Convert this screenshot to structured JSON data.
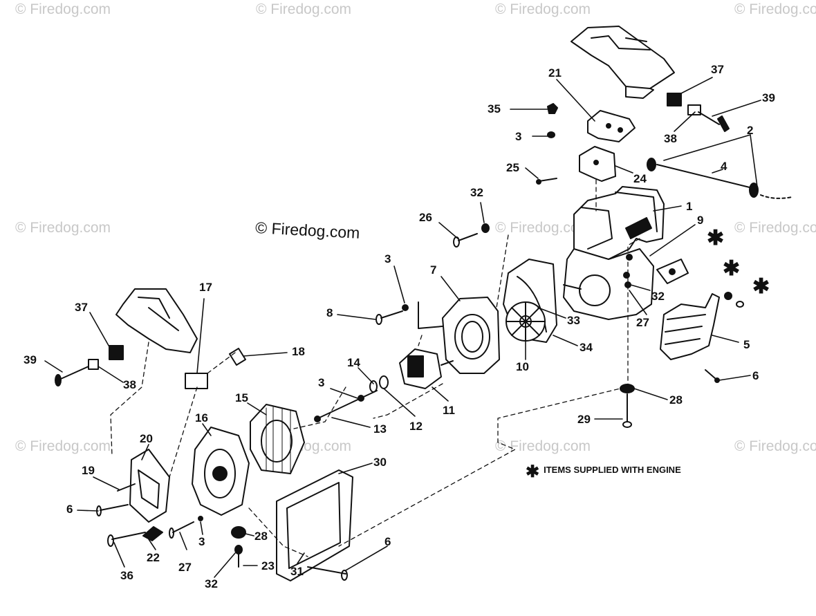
{
  "watermark": {
    "text": "© Firedog.com",
    "center_text": "© Firedog.com"
  },
  "legend": {
    "symbol": "✱",
    "text": "ITEMS SUPPLIED WITH ENGINE"
  },
  "callouts": [
    {
      "id": "c37a",
      "label": "37"
    },
    {
      "id": "c39a",
      "label": "39"
    },
    {
      "id": "c21",
      "label": "21"
    },
    {
      "id": "c35",
      "label": "35"
    },
    {
      "id": "c3a",
      "label": "3"
    },
    {
      "id": "c38a",
      "label": "38"
    },
    {
      "id": "c2",
      "label": "2"
    },
    {
      "id": "c4",
      "label": "4"
    },
    {
      "id": "c25",
      "label": "25"
    },
    {
      "id": "c24",
      "label": "24"
    },
    {
      "id": "c32a",
      "label": "32"
    },
    {
      "id": "c1",
      "label": "1"
    },
    {
      "id": "c26",
      "label": "26"
    },
    {
      "id": "c9",
      "label": "9"
    },
    {
      "id": "c3b",
      "label": "3"
    },
    {
      "id": "c7",
      "label": "7"
    },
    {
      "id": "c8",
      "label": "8"
    },
    {
      "id": "c32b",
      "label": "32"
    },
    {
      "id": "c33",
      "label": "33"
    },
    {
      "id": "c27a",
      "label": "27"
    },
    {
      "id": "c17",
      "label": "17"
    },
    {
      "id": "c37b",
      "label": "37"
    },
    {
      "id": "c34",
      "label": "34"
    },
    {
      "id": "c5",
      "label": "5"
    },
    {
      "id": "c10",
      "label": "10"
    },
    {
      "id": "c18",
      "label": "18"
    },
    {
      "id": "c39b",
      "label": "39"
    },
    {
      "id": "c38b",
      "label": "38"
    },
    {
      "id": "c14",
      "label": "14"
    },
    {
      "id": "c3c",
      "label": "3"
    },
    {
      "id": "c6a",
      "label": "6"
    },
    {
      "id": "c11",
      "label": "11"
    },
    {
      "id": "c12",
      "label": "12"
    },
    {
      "id": "c13",
      "label": "13"
    },
    {
      "id": "c15",
      "label": "15"
    },
    {
      "id": "c28a",
      "label": "28"
    },
    {
      "id": "c29",
      "label": "29"
    },
    {
      "id": "c16",
      "label": "16"
    },
    {
      "id": "c20",
      "label": "20"
    },
    {
      "id": "c30",
      "label": "30"
    },
    {
      "id": "c19",
      "label": "19"
    },
    {
      "id": "c6b",
      "label": "6"
    },
    {
      "id": "c28b",
      "label": "28"
    },
    {
      "id": "c3d",
      "label": "3"
    },
    {
      "id": "c6c",
      "label": "6"
    },
    {
      "id": "c22",
      "label": "22"
    },
    {
      "id": "c27b",
      "label": "27"
    },
    {
      "id": "c23",
      "label": "23"
    },
    {
      "id": "c36",
      "label": "36"
    },
    {
      "id": "c31",
      "label": "31"
    },
    {
      "id": "c32c",
      "label": "32"
    }
  ],
  "colors": {
    "ink": "#111111",
    "watermark": "#c8c8c8",
    "background": "#ffffff"
  }
}
